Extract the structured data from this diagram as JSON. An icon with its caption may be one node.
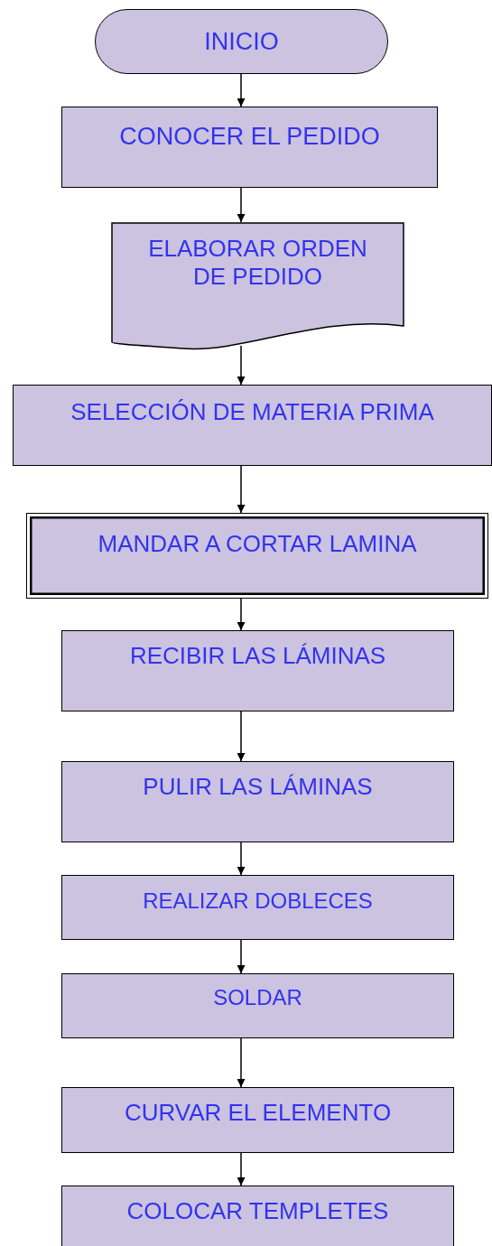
{
  "diagram": {
    "nodes": [
      {
        "text": [
          "INICIO"
        ]
      },
      {
        "text": [
          "CONOCER EL PEDIDO"
        ]
      },
      {
        "text": [
          "ELABORAR ORDEN DE PEDIDO"
        ]
      },
      {
        "text": [
          "SELECCIÓN DE MATERIA PRIMA"
        ]
      },
      {
        "text": [
          "MANDAR A CORTAR LAMINA"
        ]
      },
      {
        "text": [
          "RECIBIR LAS LÁMINAS"
        ]
      },
      {
        "text": [
          "PULIR LAS LÁMINAS"
        ]
      },
      {
        "text": [
          "REALIZAR DOBLECES"
        ]
      },
      {
        "text": [
          "SOLDAR"
        ]
      },
      {
        "text": [
          "CURVAR EL ELEMENTO"
        ]
      },
      {
        "text": [
          "COLOCAR TEMPLETES"
        ]
      }
    ],
    "edges": [
      {
        "from": 0,
        "to": 1,
        "arrow": "to"
      },
      {
        "from": 1,
        "to": 2,
        "arrow": "to"
      },
      {
        "from": 2,
        "to": 3,
        "arrow": "to"
      },
      {
        "from": 3,
        "to": 4,
        "arrow": "to"
      },
      {
        "from": 4,
        "to": 5,
        "arrow": "to"
      },
      {
        "from": 5,
        "to": 6,
        "arrow": "to"
      },
      {
        "from": 6,
        "to": 7,
        "arrow": "to"
      },
      {
        "from": 7,
        "to": 8,
        "arrow": "to"
      },
      {
        "from": 8,
        "to": 9,
        "arrow": "to"
      },
      {
        "from": 9,
        "to": 10,
        "arrow": "to"
      }
    ]
  }
}
